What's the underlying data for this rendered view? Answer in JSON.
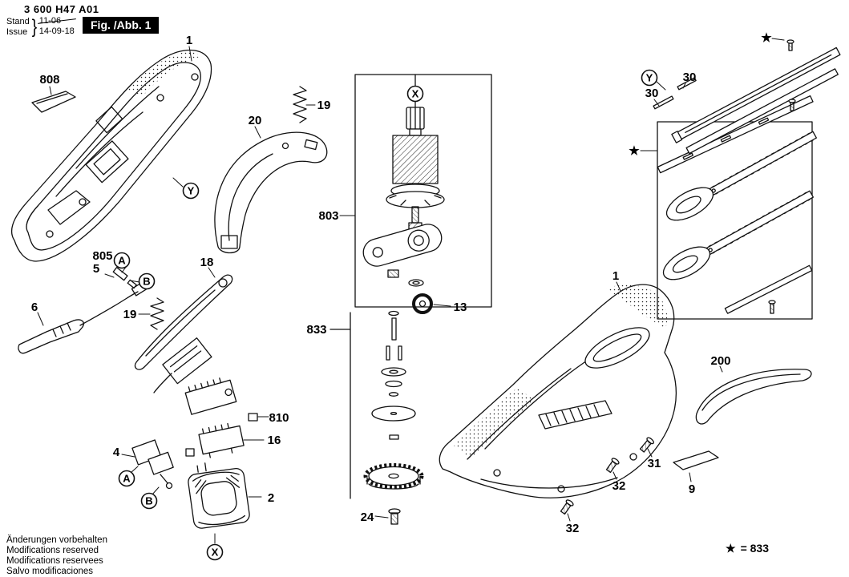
{
  "header": {
    "part_number": "3 600 H47 A01",
    "stand_label": "Stand",
    "issue_label": "Issue",
    "brace": "}",
    "old_date": "11-06",
    "issue_date": "14-09-18",
    "figure_label": "Fig. /Abb. 1"
  },
  "callouts": {
    "n808": "808",
    "n1_left": "1",
    "n19_top": "19",
    "n20": "20",
    "n803": "803",
    "n805": "805",
    "n5": "5",
    "n6": "6",
    "n18": "18",
    "n19_left": "19",
    "n833": "833",
    "n13": "13",
    "n810": "810",
    "n16": "16",
    "n4": "4",
    "n2": "2",
    "n24": "24",
    "n1_right": "1",
    "n30_upper": "30",
    "n30_lower": "30",
    "n200": "200",
    "n31": "31",
    "n32_upper": "32",
    "n9": "9",
    "n32_lower": "32"
  },
  "markers": {
    "A": "A",
    "B": "B",
    "X": "X",
    "Y": "Y",
    "star": "★"
  },
  "legend": {
    "symbol": "★",
    "text": "=  833"
  },
  "footer": {
    "line1": "Änderungen vorbehalten",
    "line2": "Modifications reserved",
    "line3": "Modifications reservees",
    "line4": "Salvo modificaciones"
  }
}
